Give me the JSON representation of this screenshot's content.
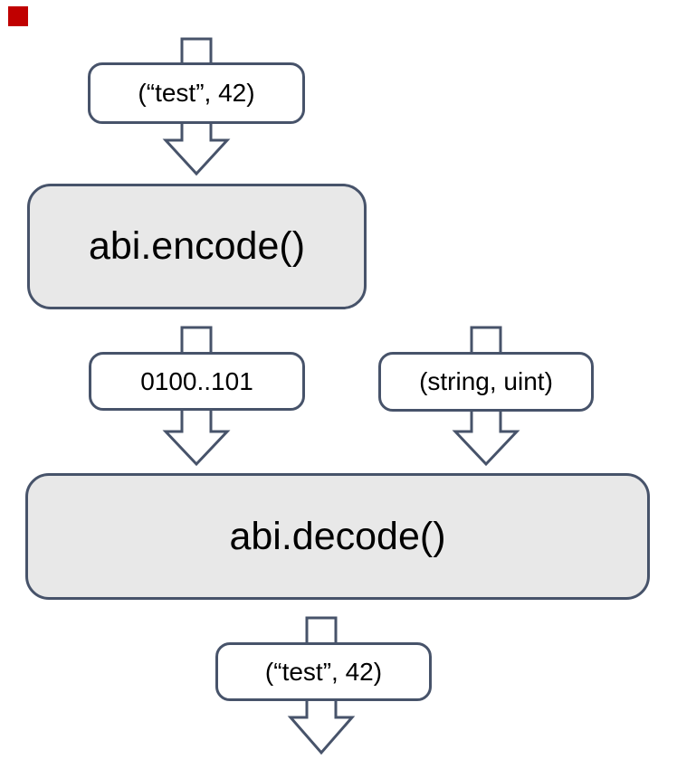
{
  "diagram": {
    "nodes": {
      "input": {
        "label": "(“test”, 42)"
      },
      "encode": {
        "label": "abi.encode()"
      },
      "bytes": {
        "label": "0100..101"
      },
      "types": {
        "label": "(string, uint)"
      },
      "decode": {
        "label": "abi.decode()"
      },
      "output": {
        "label": "(“test”, 42)"
      }
    },
    "colors": {
      "border": "#47536a",
      "process_fill": "#e8e8e8",
      "label_fill": "#ffffff",
      "text": "#000000",
      "marker_red": "#c00000"
    }
  }
}
